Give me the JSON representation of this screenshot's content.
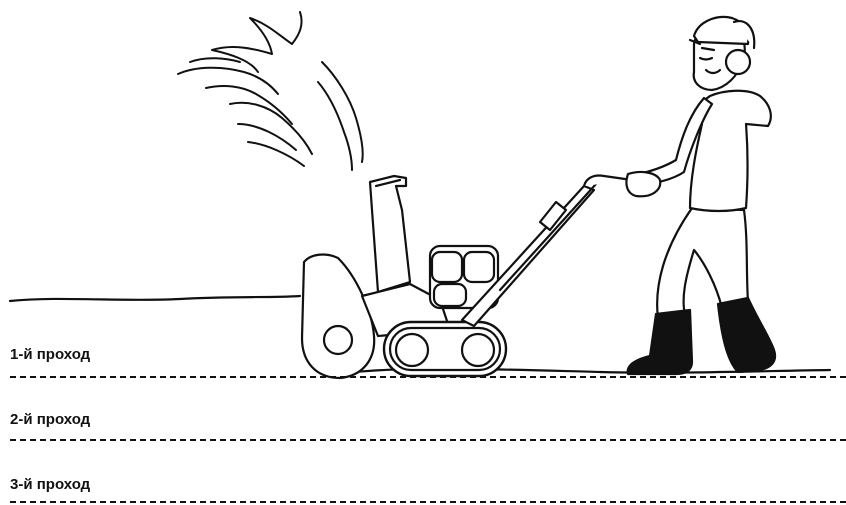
{
  "passes": [
    {
      "label": "1-й проход"
    },
    {
      "label": "2-й проход"
    },
    {
      "label": "3-й проход"
    }
  ],
  "illustration": {
    "person": "person-with-earmuffs",
    "machine": "tracked-snow-blower",
    "colors": {
      "stroke": "#111111",
      "fill": "#ffffff",
      "boots": "#111111"
    }
  }
}
